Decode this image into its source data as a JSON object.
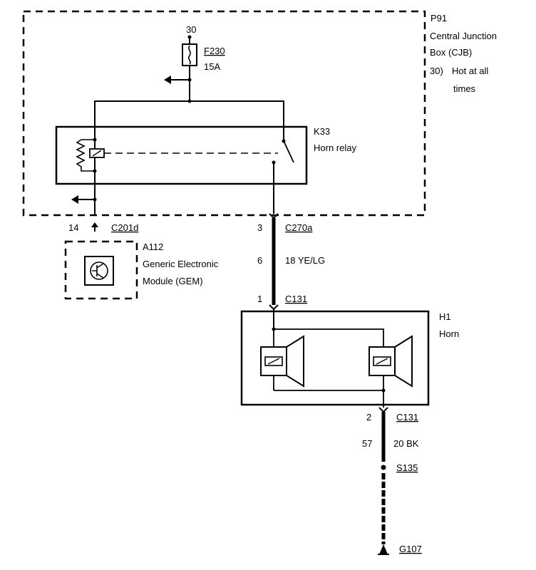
{
  "cjb": {
    "ref": "P91",
    "name_line1": "Central Junction",
    "name_line2": "Box (CJB)",
    "note_num": "30)",
    "note_line1": "Hot at all",
    "note_line2": "times"
  },
  "fuse": {
    "pin": "30",
    "ref": "F230",
    "rating": "15A"
  },
  "relay": {
    "ref": "K33",
    "name": "Horn relay"
  },
  "gem": {
    "pin": "14",
    "connector": "C201d",
    "ref": "A112",
    "name_line1": "Generic Electronic",
    "name_line2": "Module (GEM)"
  },
  "wire_cjb_horn": {
    "pin_top": "3",
    "connector_top": "C270a",
    "circuit": "6",
    "spec": "18 YE/LG",
    "pin_bottom": "1",
    "connector_bottom": "C131"
  },
  "horn": {
    "ref": "H1",
    "name": "Horn"
  },
  "wire_horn_ground": {
    "pin": "2",
    "connector": "C131",
    "circuit": "57",
    "spec": "20 BK",
    "splice": "S135",
    "ground": "G107"
  }
}
